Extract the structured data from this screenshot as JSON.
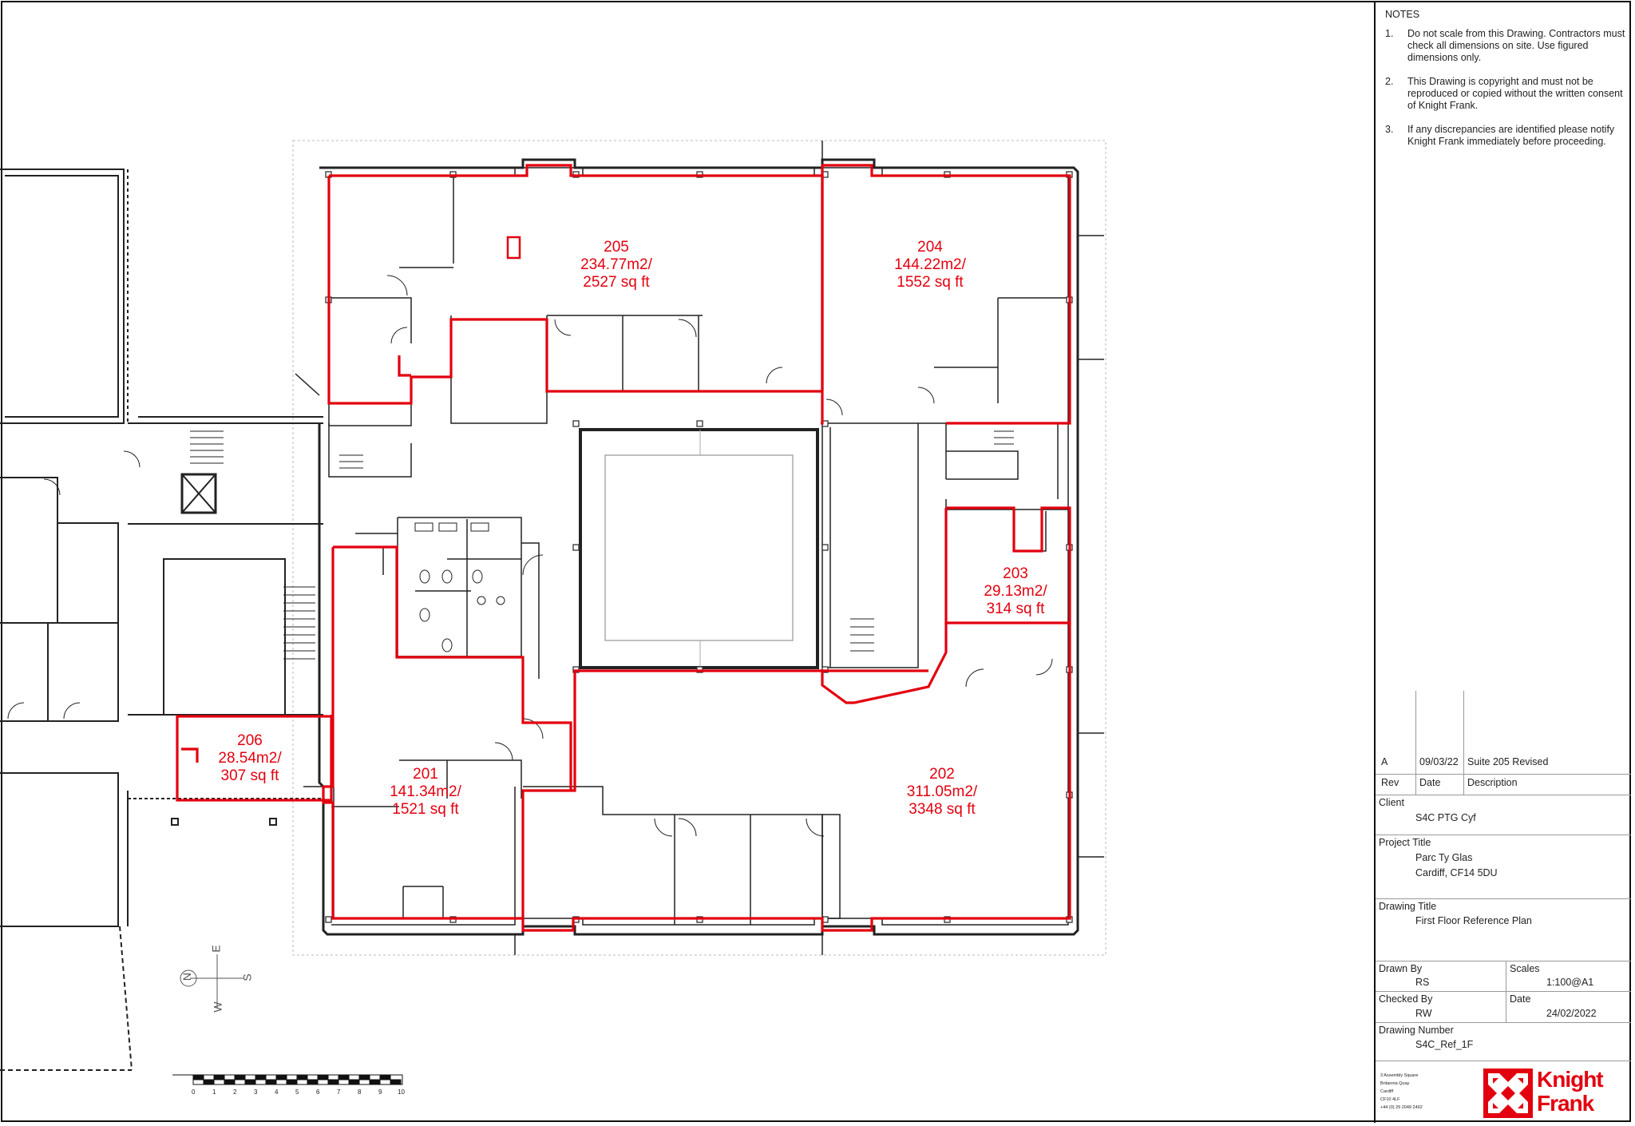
{
  "rooms": [
    {
      "id": "205",
      "area_m2": "234.77m2/",
      "area_sqft": "2527 sq ft"
    },
    {
      "id": "204",
      "area_m2": "144.22m2/",
      "area_sqft": "1552 sq ft"
    },
    {
      "id": "203",
      "area_m2": "29.13m2/",
      "area_sqft": "314 sq ft"
    },
    {
      "id": "206",
      "area_m2": "28.54m2/",
      "area_sqft": "307 sq ft"
    },
    {
      "id": "201",
      "area_m2": "141.34m2/",
      "area_sqft": "1521 sq ft"
    },
    {
      "id": "202",
      "area_m2": "311.05m2/",
      "area_sqft": "3348 sq ft"
    }
  ],
  "compass": {
    "n": "N",
    "e": "E",
    "s": "S",
    "w": "W"
  },
  "scale_bar_ticks": [
    "0",
    "1",
    "2",
    "3",
    "4",
    "5",
    "6",
    "7",
    "8",
    "9",
    "10"
  ],
  "colors": {
    "accent": "#e3000f",
    "line": "#222222"
  },
  "notes": {
    "heading": "NOTES",
    "items": [
      {
        "num": "1.",
        "text": "Do not scale from this Drawing. Contractors must check all dimensions on site. Use figured dimensions only."
      },
      {
        "num": "2.",
        "text": "This Drawing is copyright and must not be reproduced or copied without the written consent of Knight Frank."
      },
      {
        "num": "3.",
        "text": "If any discrepancies are identified please notify Knight Frank immediately before proceeding."
      }
    ]
  },
  "revision": {
    "rev": "A",
    "date": "09/03/22",
    "description": "Suite 205 Revised",
    "headers": {
      "rev": "Rev",
      "date": "Date",
      "description": "Description"
    }
  },
  "title_block": {
    "client_label": "Client",
    "client": "S4C PTG Cyf",
    "project_label": "Project Title",
    "project_line1": "Parc Ty Glas",
    "project_line2": "Cardiff, CF14 5DU",
    "drawing_title_label": "Drawing Title",
    "drawing_title": "First Floor Reference Plan",
    "drawn_by_label": "Drawn By",
    "drawn_by": "RS",
    "scales_label": "Scales",
    "scales": "1:100@A1",
    "checked_by_label": "Checked By",
    "checked_by": "RW",
    "date_label": "Date",
    "date": "24/02/2022",
    "drawing_number_label": "Drawing Number",
    "drawing_number": "S4C_Ref_1F"
  },
  "address_lines": [
    "3 Assembly Square",
    "Britannia Quay",
    "Cardiff",
    "CF10 4LF",
    "+44 (0) 29 2049 2492"
  ],
  "logo": {
    "line1": "Knight",
    "line2": "Frank"
  }
}
